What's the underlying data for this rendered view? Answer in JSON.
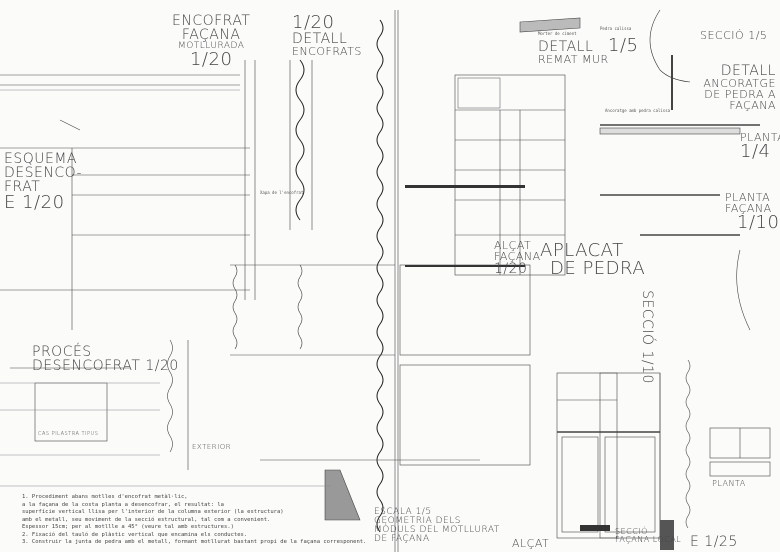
{
  "titles": {
    "encofrat": [
      "Encofrat",
      "Façana",
      "Motllurada",
      "1/20"
    ],
    "detall_encofrats": [
      "1/20",
      "Detall",
      "Encofrats"
    ],
    "remat": [
      "Detall",
      "Remat mur",
      "1/5"
    ],
    "seccio_15": "Secció 1/5",
    "ancoratge": [
      "Detall",
      "Ancoratge",
      "de pedra a",
      "façana"
    ],
    "planta_14": [
      "Planta",
      "1/4"
    ],
    "planta_facana": [
      "Planta",
      "Façana",
      "1/10"
    ],
    "esquema": [
      "Esquema",
      "Desenco-",
      "frat",
      "E 1/20"
    ],
    "alcat_facana": [
      "Alçat",
      "Façana",
      "1/20"
    ],
    "aplacat": [
      "Aplacat",
      "de pedra"
    ],
    "seccio_110": "Secció 1/10",
    "proces": [
      "Procés",
      "Desencofrat 1/20"
    ],
    "geometria": [
      "Escala 1/5",
      "Geometria dels",
      "mòduls del motllurat",
      "de façana"
    ],
    "seccio_local": [
      "Secció",
      "Façana local",
      "E 1/25"
    ],
    "alcat": "Alçat",
    "exterior": "Exterior",
    "planta_small": "Planta",
    "lateral": "Cas Pilastra Tipus"
  },
  "annotations": {
    "pedra_calissa": "Pedra calissa",
    "morter": "Morter de ciment",
    "xapa": "Xapa de l'encofrat",
    "ancoratge_note": "Ancoratge amb pedra calissa"
  },
  "notes": [
    "1. Procediment abans motlles d'encofrat metàl·lic,",
    "   a la façana de la costa planta a desencofrar, el resultat: la",
    "   superfície vertical llisa per l'interior de la columna exterior (la estructura)",
    "   amb el metall, seu moviment de la secció estructural, tal com a convenient.",
    "   Espessor 15cm; per al motllle a 45° (veure tal amb estructures.)",
    "2. Fixació del tauló de plàstic vertical que encamina els conductes.",
    "3. Construir la junta de pedra amb el metall, formant motllurat bastant propi de la façana corresponent."
  ]
}
